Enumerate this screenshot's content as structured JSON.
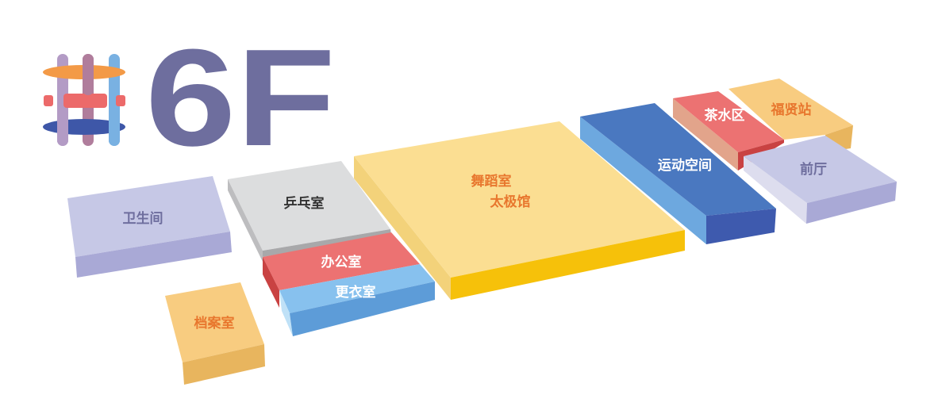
{
  "floor": {
    "label": "6F"
  },
  "colors": {
    "logo_orange": "#F39A47",
    "logo_red": "#EC6A6A",
    "logo_blue": "#3E57A8",
    "logo_lightblue": "#79B1E2",
    "logo_lilac": "#B39BC5",
    "logo_mauve": "#B07D9C",
    "floor_text": "#6E6E9E"
  },
  "rooms": [
    {
      "id": "restroom",
      "label": "卫生间",
      "text_color": "#6E6E9E",
      "top": "#C6C8E6",
      "side": "#A9A9D6"
    },
    {
      "id": "archive",
      "label": "档案室",
      "text_color": "#E8772E",
      "top": "#F8CC80",
      "side": "#E8B55E"
    },
    {
      "id": "pingpong",
      "label": "乒乓室",
      "text_color": "#333333",
      "top": "#DCDDDE",
      "side": "#A8A8AA"
    },
    {
      "id": "office",
      "label": "办公室",
      "text_color": "#FFFFFF",
      "top": "#EC7272",
      "side": "#C94242"
    },
    {
      "id": "locker",
      "label": "更衣室",
      "text_color": "#FFFFFF",
      "top": "#87C1EE",
      "side": "#5D9CD8"
    },
    {
      "id": "dance",
      "label": "舞蹈室",
      "label2": "太极馆",
      "text_color": "#E8772E",
      "top": "#FBDE92",
      "side": "#F6C10A"
    },
    {
      "id": "sports",
      "label": "运动空间",
      "text_color": "#FFFFFF",
      "top": "#4A78C0",
      "side": "#3E5AAE"
    },
    {
      "id": "tea",
      "label": "茶水区",
      "text_color": "#FFFFFF",
      "top": "#EC7272",
      "side": "#E2A48B"
    },
    {
      "id": "fuxian",
      "label": "福贤站",
      "text_color": "#E8772E",
      "top": "#F8CC80",
      "side": "#E8B55E"
    },
    {
      "id": "lobby",
      "label": "前厅",
      "text_color": "#6E6E9E",
      "top": "#C6C8E6",
      "side": "#A9A9D6"
    }
  ]
}
